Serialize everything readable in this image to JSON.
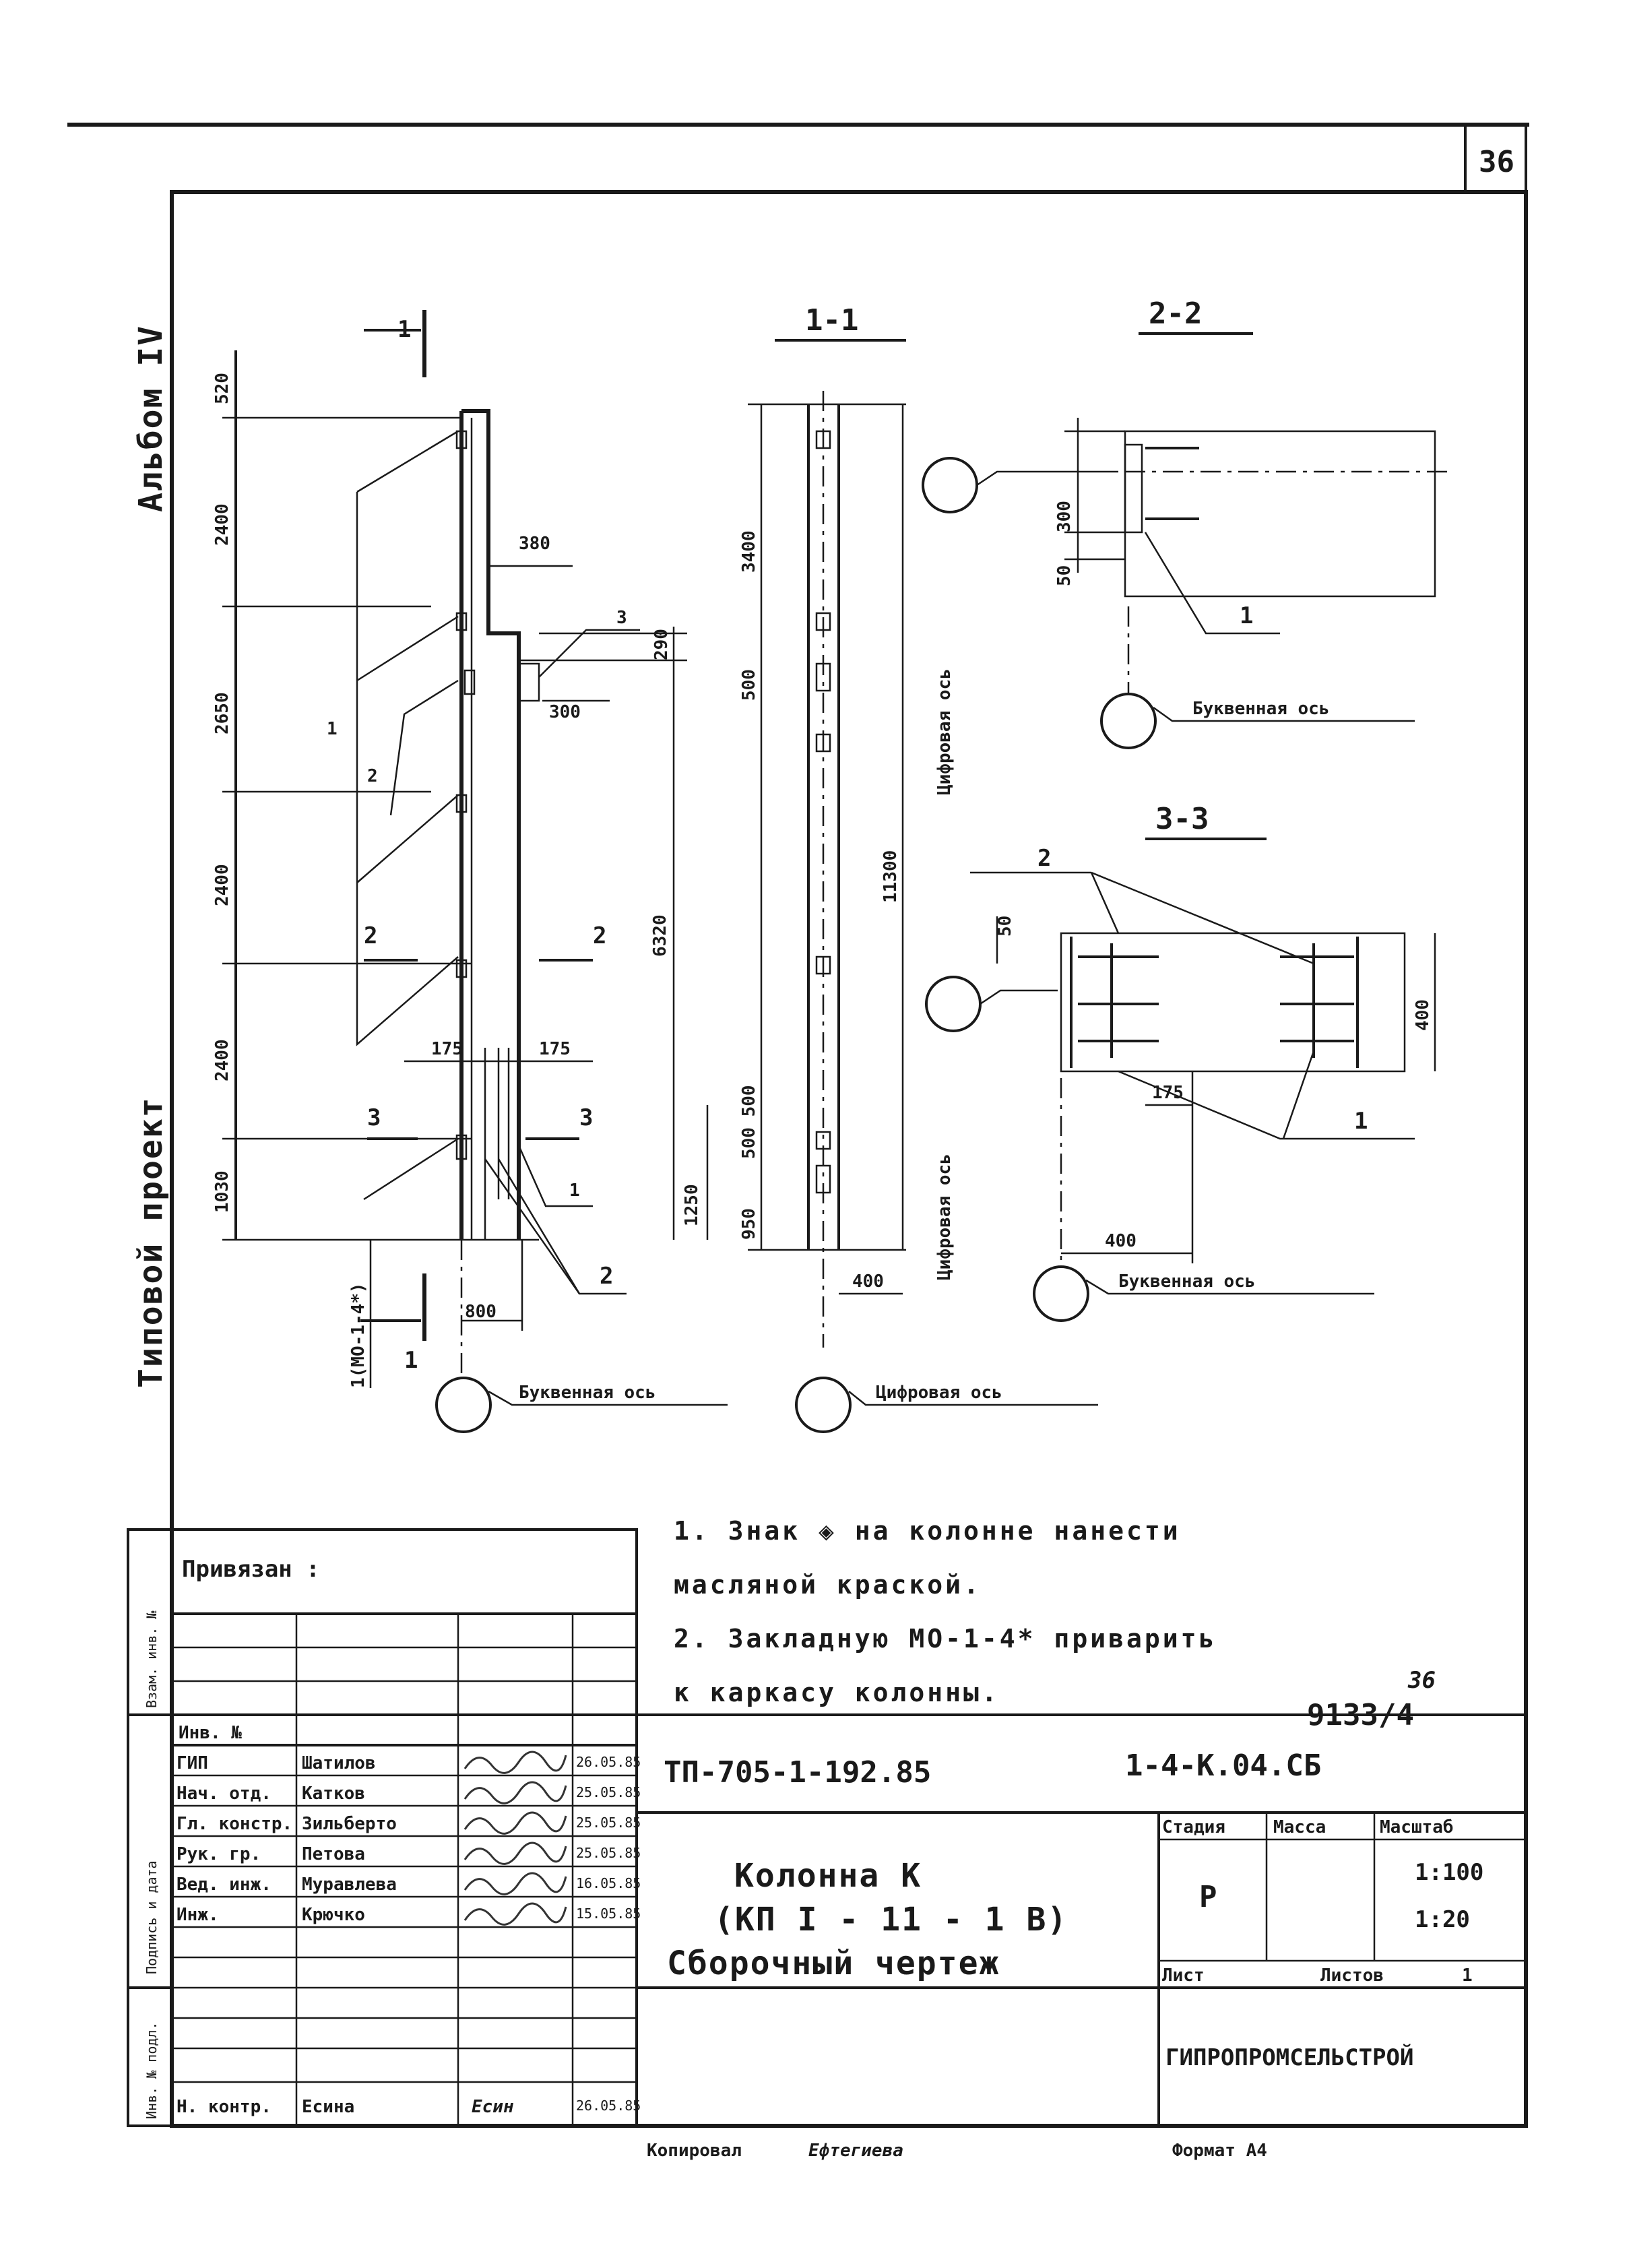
{
  "sheet_number": "36",
  "side_left": {
    "project_type": "Типовой проект",
    "album": "Альбом IV"
  },
  "main_view": {
    "dims_vertical": [
      "520",
      "2400",
      "2650",
      "2400",
      "2400",
      "1030"
    ],
    "dims_right": [
      "380",
      "290",
      "300",
      "6320",
      "1250",
      "175",
      "175",
      "800"
    ],
    "section_marks": [
      "1",
      "1",
      "2",
      "2",
      "3",
      "3"
    ],
    "leader_labels": [
      "1",
      "2",
      "3",
      "1",
      "2"
    ],
    "embed_label": "1(МО-1-4*)",
    "axis_label": "Буквенная ось"
  },
  "section_1_1": {
    "title": "1-1",
    "dims": [
      "3400",
      "500",
      "11300",
      "500 500",
      "950",
      "400"
    ],
    "axis_top": "Цифровая ось",
    "axis_bottom": "Цифровая ось",
    "axis_label": "Цифровая ось"
  },
  "section_2_2": {
    "title": "2-2",
    "dims": [
      "300",
      "50"
    ],
    "leader": "1",
    "axis_label": "Буквенная ось"
  },
  "section_3_3": {
    "title": "3-3",
    "dims": [
      "50",
      "400",
      "175",
      "400"
    ],
    "leaders": [
      "2",
      "1"
    ],
    "axis_label": "Буквенная ось"
  },
  "notes": {
    "line1": "1. Знак ◈ на колонне нанести",
    "line2": "масляной краской.",
    "line3": "2. Закладную МО-1-4* приварить",
    "line4": "к каркасу колонны."
  },
  "ref_number": "9133/4",
  "ref_sup": "36",
  "left_margin_labels": {
    "a": "Взам. инв. №",
    "b": "Подпись и дата",
    "c": "Инв. № подл."
  },
  "stamp": {
    "privyazan": "Привязан :",
    "inv_no": "Инв. №",
    "roles": [
      {
        "role": "ГИП",
        "name": "Шатилов",
        "date": "26.05.85"
      },
      {
        "role": "Нач. отд.",
        "name": "Катков",
        "date": "25.05.85"
      },
      {
        "role": "Гл. констр.",
        "name": "Зильберто",
        "date": "25.05.85"
      },
      {
        "role": "Рук. гр.",
        "name": "Петова",
        "date": "25.05.85"
      },
      {
        "role": "Вед. инж.",
        "name": "Муравлева",
        "date": "16.05.85"
      },
      {
        "role": "Инж.",
        "name": "Крючко",
        "date": "15.05.85"
      }
    ],
    "control": {
      "role": "Н. контр.",
      "name": "Есина",
      "sign": "Есин",
      "date": "26.05.85"
    },
    "doc_code": "ТП-705-1-192.85",
    "sheet_code": "1-4-К.04.СБ",
    "title1": "Колонна К",
    "title2": "(КП I - 11 - 1 В)",
    "title3": "Сборочный чертеж",
    "stage_label": "Стадия",
    "mass_label": "Масса",
    "scale_label": "Масштаб",
    "stage": "Р",
    "scale1": "1:100",
    "scale2": "1:20",
    "sheet_label": "Лист",
    "sheets_label": "Листов",
    "sheets_count": "1",
    "org": "ГИПРОПРОМСЕЛЬСТРОЙ"
  },
  "footer": {
    "copied": "Копировал",
    "copied_name": "Ефтегиева",
    "format": "Формат А4"
  }
}
